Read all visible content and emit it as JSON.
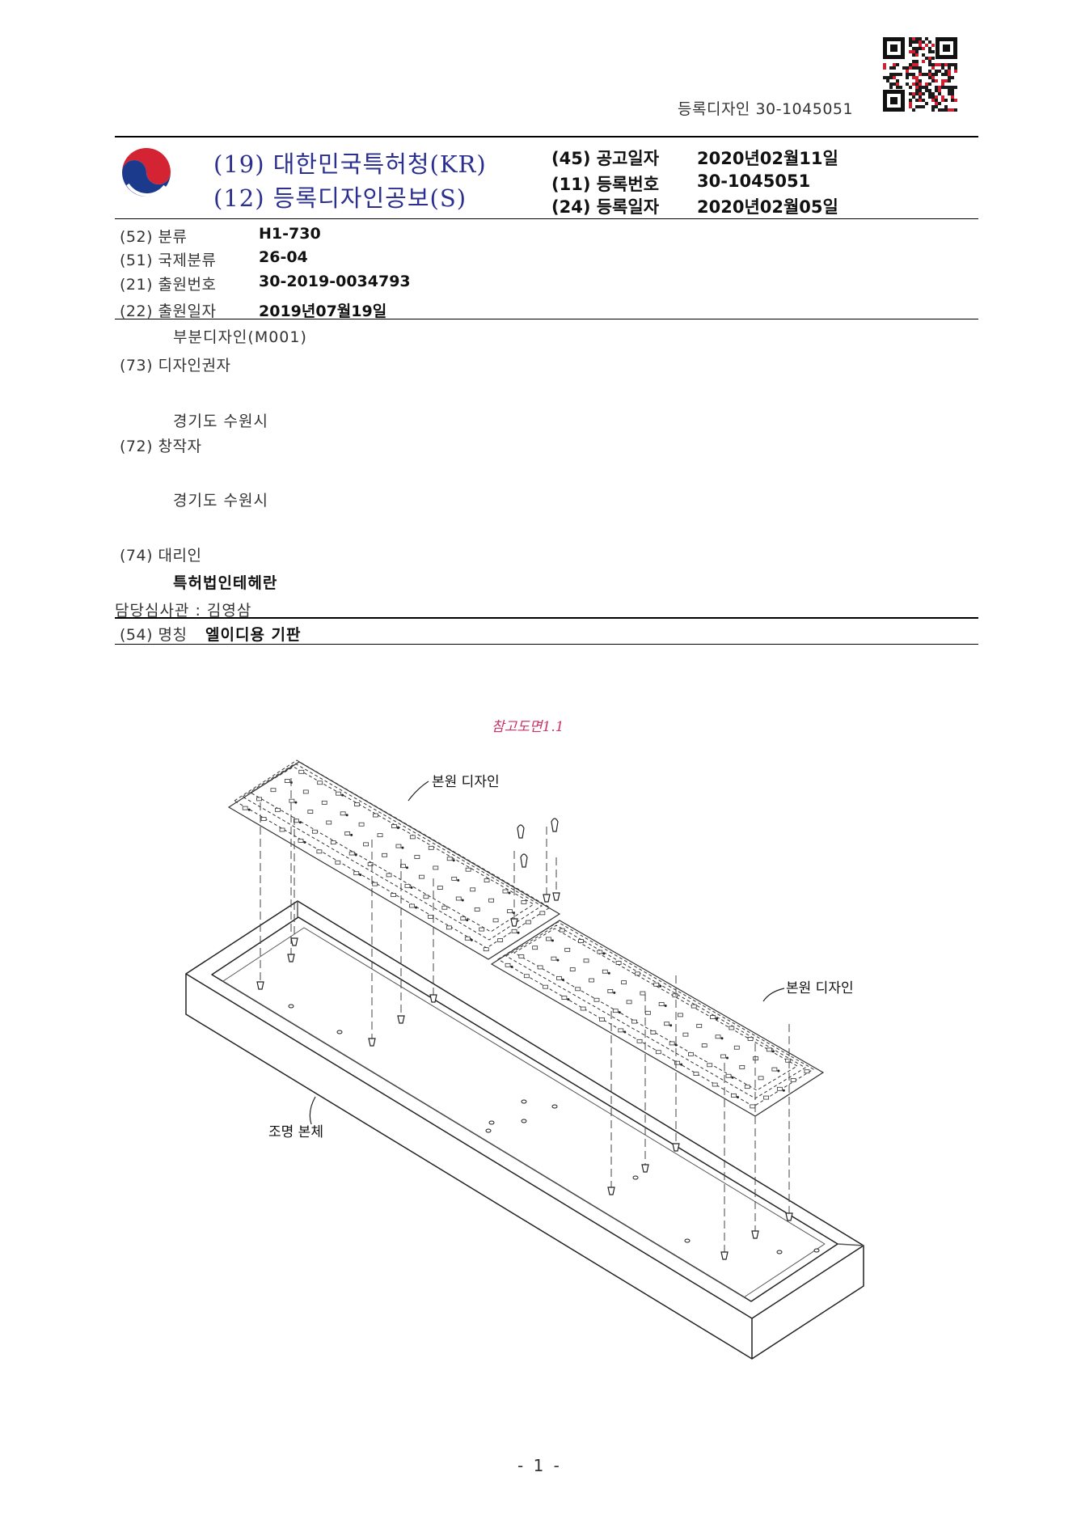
{
  "header": {
    "registration_id": "등록디자인 30-1045051",
    "office_line": "(19) 대한민국특허청(KR)",
    "publication_line": "(12) 등록디자인공보(S)",
    "dates": [
      {
        "label": "(45) 공고일자",
        "value": "2020년02월11일"
      },
      {
        "label": "(11) 등록번호",
        "value": "30-1045051"
      },
      {
        "label": "(24) 등록일자",
        "value": "2020년02월05일"
      }
    ]
  },
  "biblio": [
    {
      "label": "(52) 분류",
      "value": "H1-730"
    },
    {
      "label": "(51) 국제분류",
      "value": "26-04"
    },
    {
      "label": "(21) 출원번호",
      "value": "30-2019-0034793"
    },
    {
      "label": "(22) 출원일자",
      "value": "2019년07월19일"
    }
  ],
  "partial_design": "부분디자인(M001)",
  "designer": {
    "label": "(73) 디자인권자",
    "address": "경기도 수원시"
  },
  "creator": {
    "label": "(72) 창작자",
    "address": "경기도 수원시"
  },
  "agent": {
    "label": "(74) 대리인",
    "name": "특허법인테헤란"
  },
  "examiner": "담당심사관 : 김영삼",
  "title": {
    "label": "(54) 명칭",
    "value": "엘이디용 기판"
  },
  "figure": {
    "caption": "참고도면1.1",
    "labels": {
      "design_1": "본원 디자인",
      "design_2": "본원 디자인",
      "body": "조명 본체"
    }
  },
  "page_number": "- 1 -"
}
